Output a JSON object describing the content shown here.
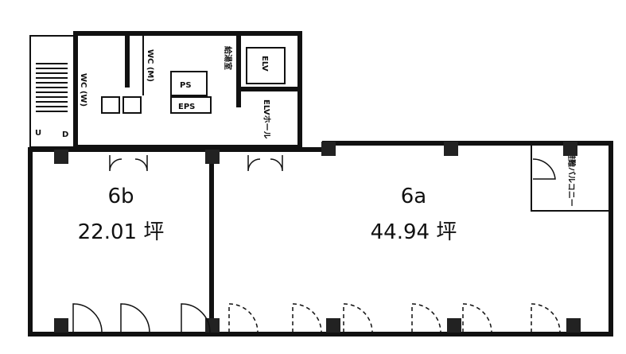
{
  "units": [
    {
      "id": "6b",
      "label": "6b",
      "area": "22.01 坪"
    },
    {
      "id": "6a",
      "label": "6a",
      "area": "44.94 坪"
    }
  ],
  "core_labels": {
    "wc_women": "WC (W)",
    "wc_men": "WC (M)",
    "kitchenette": "給湯室",
    "elevator": "ELV",
    "ps": "PS",
    "eps": "EPS",
    "elevator_hall": "ELVホール",
    "balcony": "避難バルコニー",
    "stair_up": "U",
    "stair_down": "D"
  }
}
